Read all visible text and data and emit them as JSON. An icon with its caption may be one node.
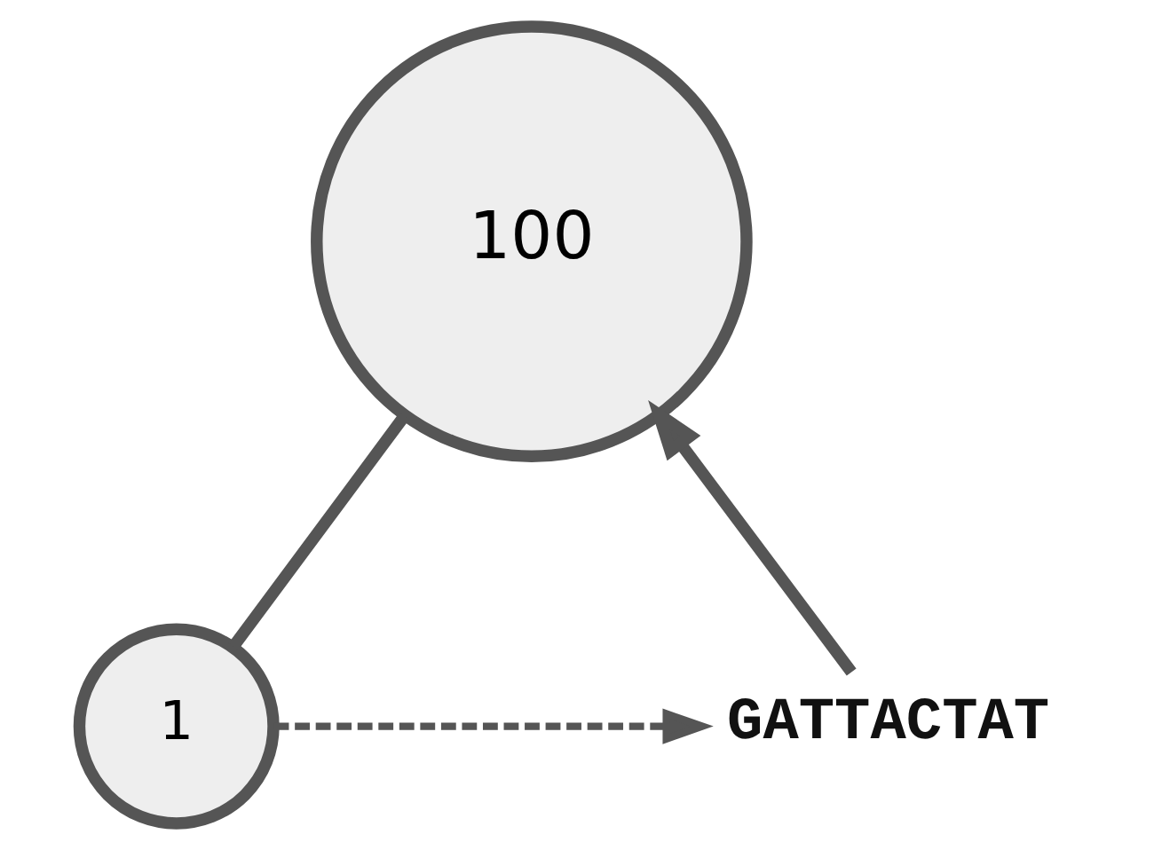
{
  "diagram": {
    "nodes": [
      {
        "text": [
          "100"
        ]
      },
      {
        "text": [
          "1"
        ]
      },
      {
        "text": [
          "GATTACTAT"
        ]
      }
    ],
    "edges": [
      {
        "from": 0,
        "to": 1,
        "arrow": "none"
      },
      {
        "from": 1,
        "to": 2,
        "arrow": "to",
        "style": "dashed"
      },
      {
        "from": 2,
        "to": 0,
        "arrow": "to"
      }
    ]
  }
}
